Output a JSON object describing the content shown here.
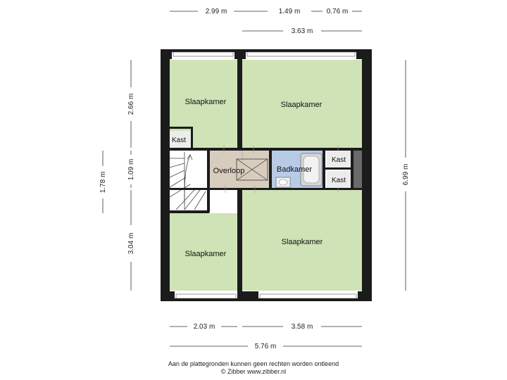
{
  "colors": {
    "bedroom": "#cfe3b6",
    "landing": "#d8cdbd",
    "bathroom": "#b7cbe6",
    "closet": "#ececec",
    "wall": "#1b1b1b"
  },
  "rooms": {
    "bedroom_top_left": "Slaapkamer",
    "bedroom_top_right": "Slaapkamer",
    "bedroom_bottom_left": "Slaapkamer",
    "bedroom_bottom_right": "Slaapkamer",
    "landing": "Overloop",
    "bathroom": "Badkamer",
    "closet_left": "Kast",
    "closet_right_top": "Kast",
    "closet_right_bottom": "Kast"
  },
  "dimensions": {
    "top_1": "2.99 m",
    "top_2": "1.49 m",
    "top_3": "0.76 m",
    "top_4": "3.63 m",
    "bottom_1": "2.03 m",
    "bottom_2": "3.58 m",
    "bottom_total": "5.76 m",
    "left_1": "2.66 m",
    "left_2": "1.09 m",
    "left_3": "3.04 m",
    "left_outer": "1.78 m",
    "right_total": "6.99 m"
  },
  "footer": {
    "line1": "Aan de plattegronden kunnen geen rechten worden ontleend",
    "line2": "© Zibber www.zibber.nl"
  }
}
